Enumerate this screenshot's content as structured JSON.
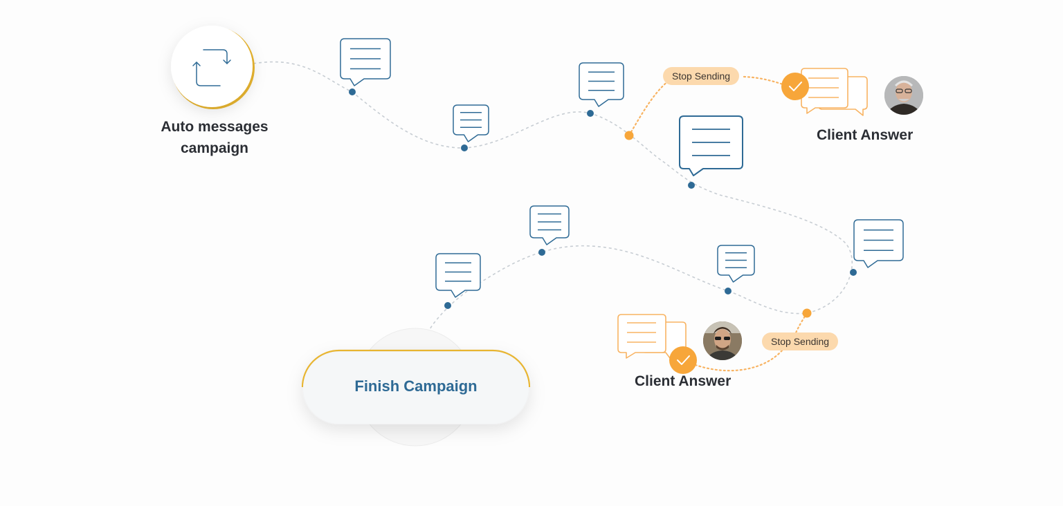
{
  "start_node": {
    "label_line1": "Auto messages",
    "label_line2": "campaign",
    "icon": "repeat-icon"
  },
  "finish_node": {
    "label": "Finish Campaign"
  },
  "branches": [
    {
      "stop_label": "Stop Sending",
      "answer_label": "Client Answer",
      "avatar": "avatar-older-man",
      "check_icon": "check-icon"
    },
    {
      "stop_label": "Stop Sending",
      "answer_label": "Client Answer",
      "avatar": "avatar-young-man",
      "check_icon": "check-icon"
    }
  ],
  "colors": {
    "path_gray": "#c7cdd3",
    "node_blue": "#2e6a95",
    "accent_orange": "#f7a63a",
    "orange_light": "#f8b362",
    "pill_bg": "#fcd9ad",
    "gold_ring": "#e8b530"
  }
}
